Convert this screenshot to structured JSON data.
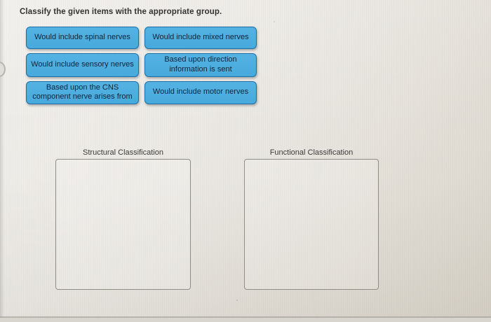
{
  "title": "Classify the given items with the appropriate group.",
  "chips": [
    {
      "label": "Would include spinal nerves"
    },
    {
      "label": "Would include mixed nerves"
    },
    {
      "label": "Would include sensory nerves"
    },
    {
      "label": "Based upon direction\ninformation is sent"
    },
    {
      "label": "Based upon the CNS\ncomponent nerve arises from"
    },
    {
      "label": "Would include motor nerves"
    }
  ],
  "bins": [
    {
      "label": "Structural Classification"
    },
    {
      "label": "Functional Classification"
    }
  ],
  "colors": {
    "chip_fill": "#4AACDF",
    "chip_border": "#1D6FA5",
    "chip_text": "#0E2536",
    "background": "#E7E4DE",
    "box_border": "#8E8D86"
  }
}
